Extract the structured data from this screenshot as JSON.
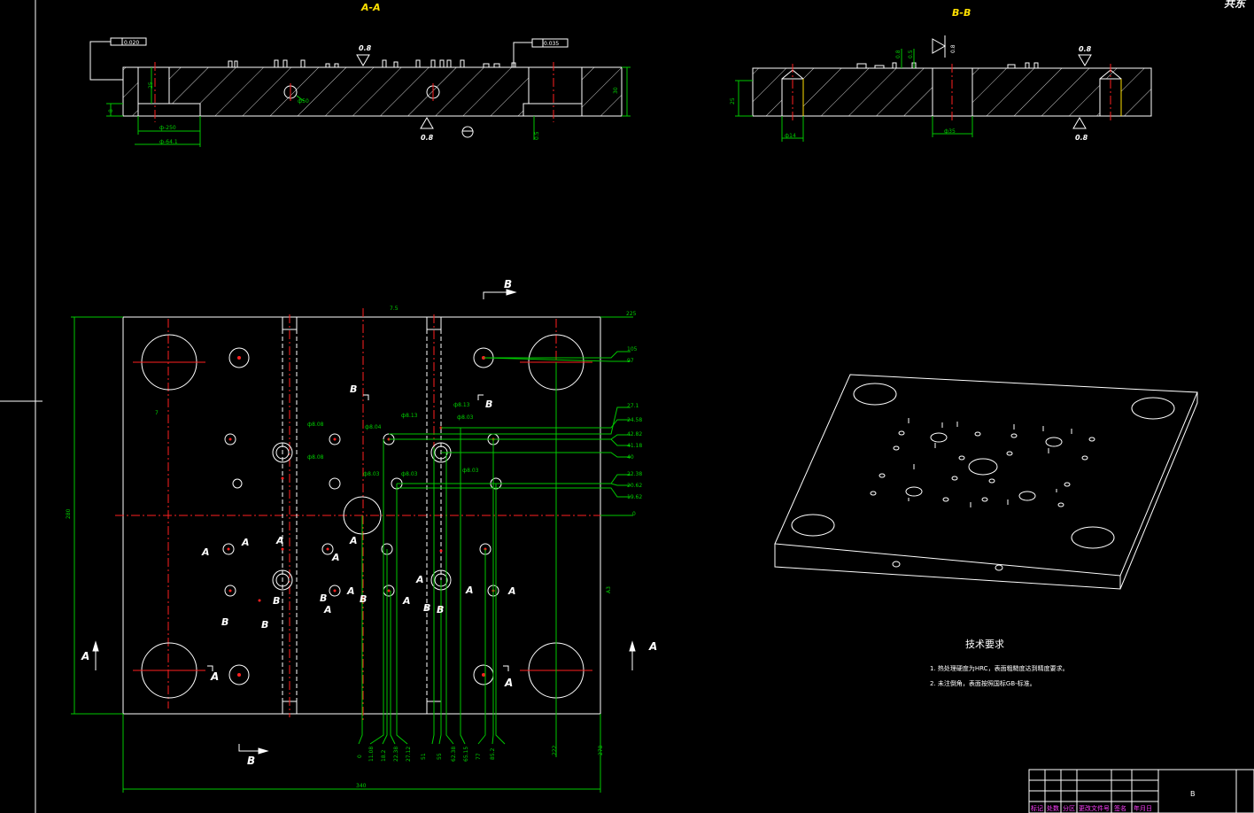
{
  "views": {
    "section_aa": "A-A",
    "section_bb": "B-B",
    "corner_label": "共东"
  },
  "section_aa": {
    "flatness_tol": "0.020",
    "parallel_tol": "0.035",
    "roughness_top": "0.8",
    "roughness_bottom": "0.8",
    "dim_height": "30",
    "dim_step": "25",
    "dim_left": "8",
    "dim_hole": "ф50",
    "dim_bore1": "ф-250",
    "dim_bore2": "ф-64.1",
    "dim_right": "0.5"
  },
  "section_bb": {
    "roughness_top": "0.8",
    "roughness_bottom": "0.8",
    "dim_height": "25",
    "dim_small1": "0.8",
    "dim_small2": "0.5",
    "dim_bore": "ф35",
    "dim_pin": "ф14",
    "dim_tri": "0.8"
  },
  "plan_view": {
    "dim_overall_width": "340",
    "dim_overall_height": "280",
    "dim_top_right": "225",
    "dim_top_small": "7.5",
    "dim_left_small": "7",
    "dim_right_center": "0",
    "dim_side_right": "A3",
    "labels_right": [
      "105",
      "97",
      "27.1",
      "24.58",
      "42.82",
      "41.18",
      "40",
      "22.38",
      "20.62",
      "19.62"
    ],
    "labels_bottom": [
      "0",
      "11.08",
      "18.2",
      "22.38",
      "27.12",
      "51",
      "55",
      "62.38",
      "65.15",
      "77",
      "85.2",
      "222",
      "278"
    ],
    "hole_callouts": [
      "ф8.08",
      "ф8.08",
      "ф8.04",
      "ф8.13",
      "ф8.13",
      "ф8.03",
      "ф8.03",
      "ф8.03",
      "ф8.03"
    ],
    "section_letters": [
      "A",
      "A",
      "B",
      "B",
      "A",
      "A",
      "A",
      "A",
      "A",
      "B",
      "B",
      "B",
      "B",
      "B",
      "B",
      "A",
      "A",
      "A",
      "A",
      "B",
      "B",
      "B"
    ]
  },
  "tech_notes": {
    "title": "技术要求",
    "items": [
      "1. 热处理硬度为HRC，表面粗糙度达到精度要求。",
      "2. 未注倒角，表面按照国标GB-标准。"
    ]
  },
  "title_block": {
    "cols": [
      "标记",
      "处数",
      "分区",
      "更改文件号",
      "签名",
      "年月日"
    ],
    "value": "B"
  },
  "colors": {
    "background": "#000000",
    "outline": "#ffffff",
    "dimension": "#00c800",
    "centerline": "#ff2020",
    "section_title": "#ffe000",
    "title_block_text": "#ff40ff"
  }
}
